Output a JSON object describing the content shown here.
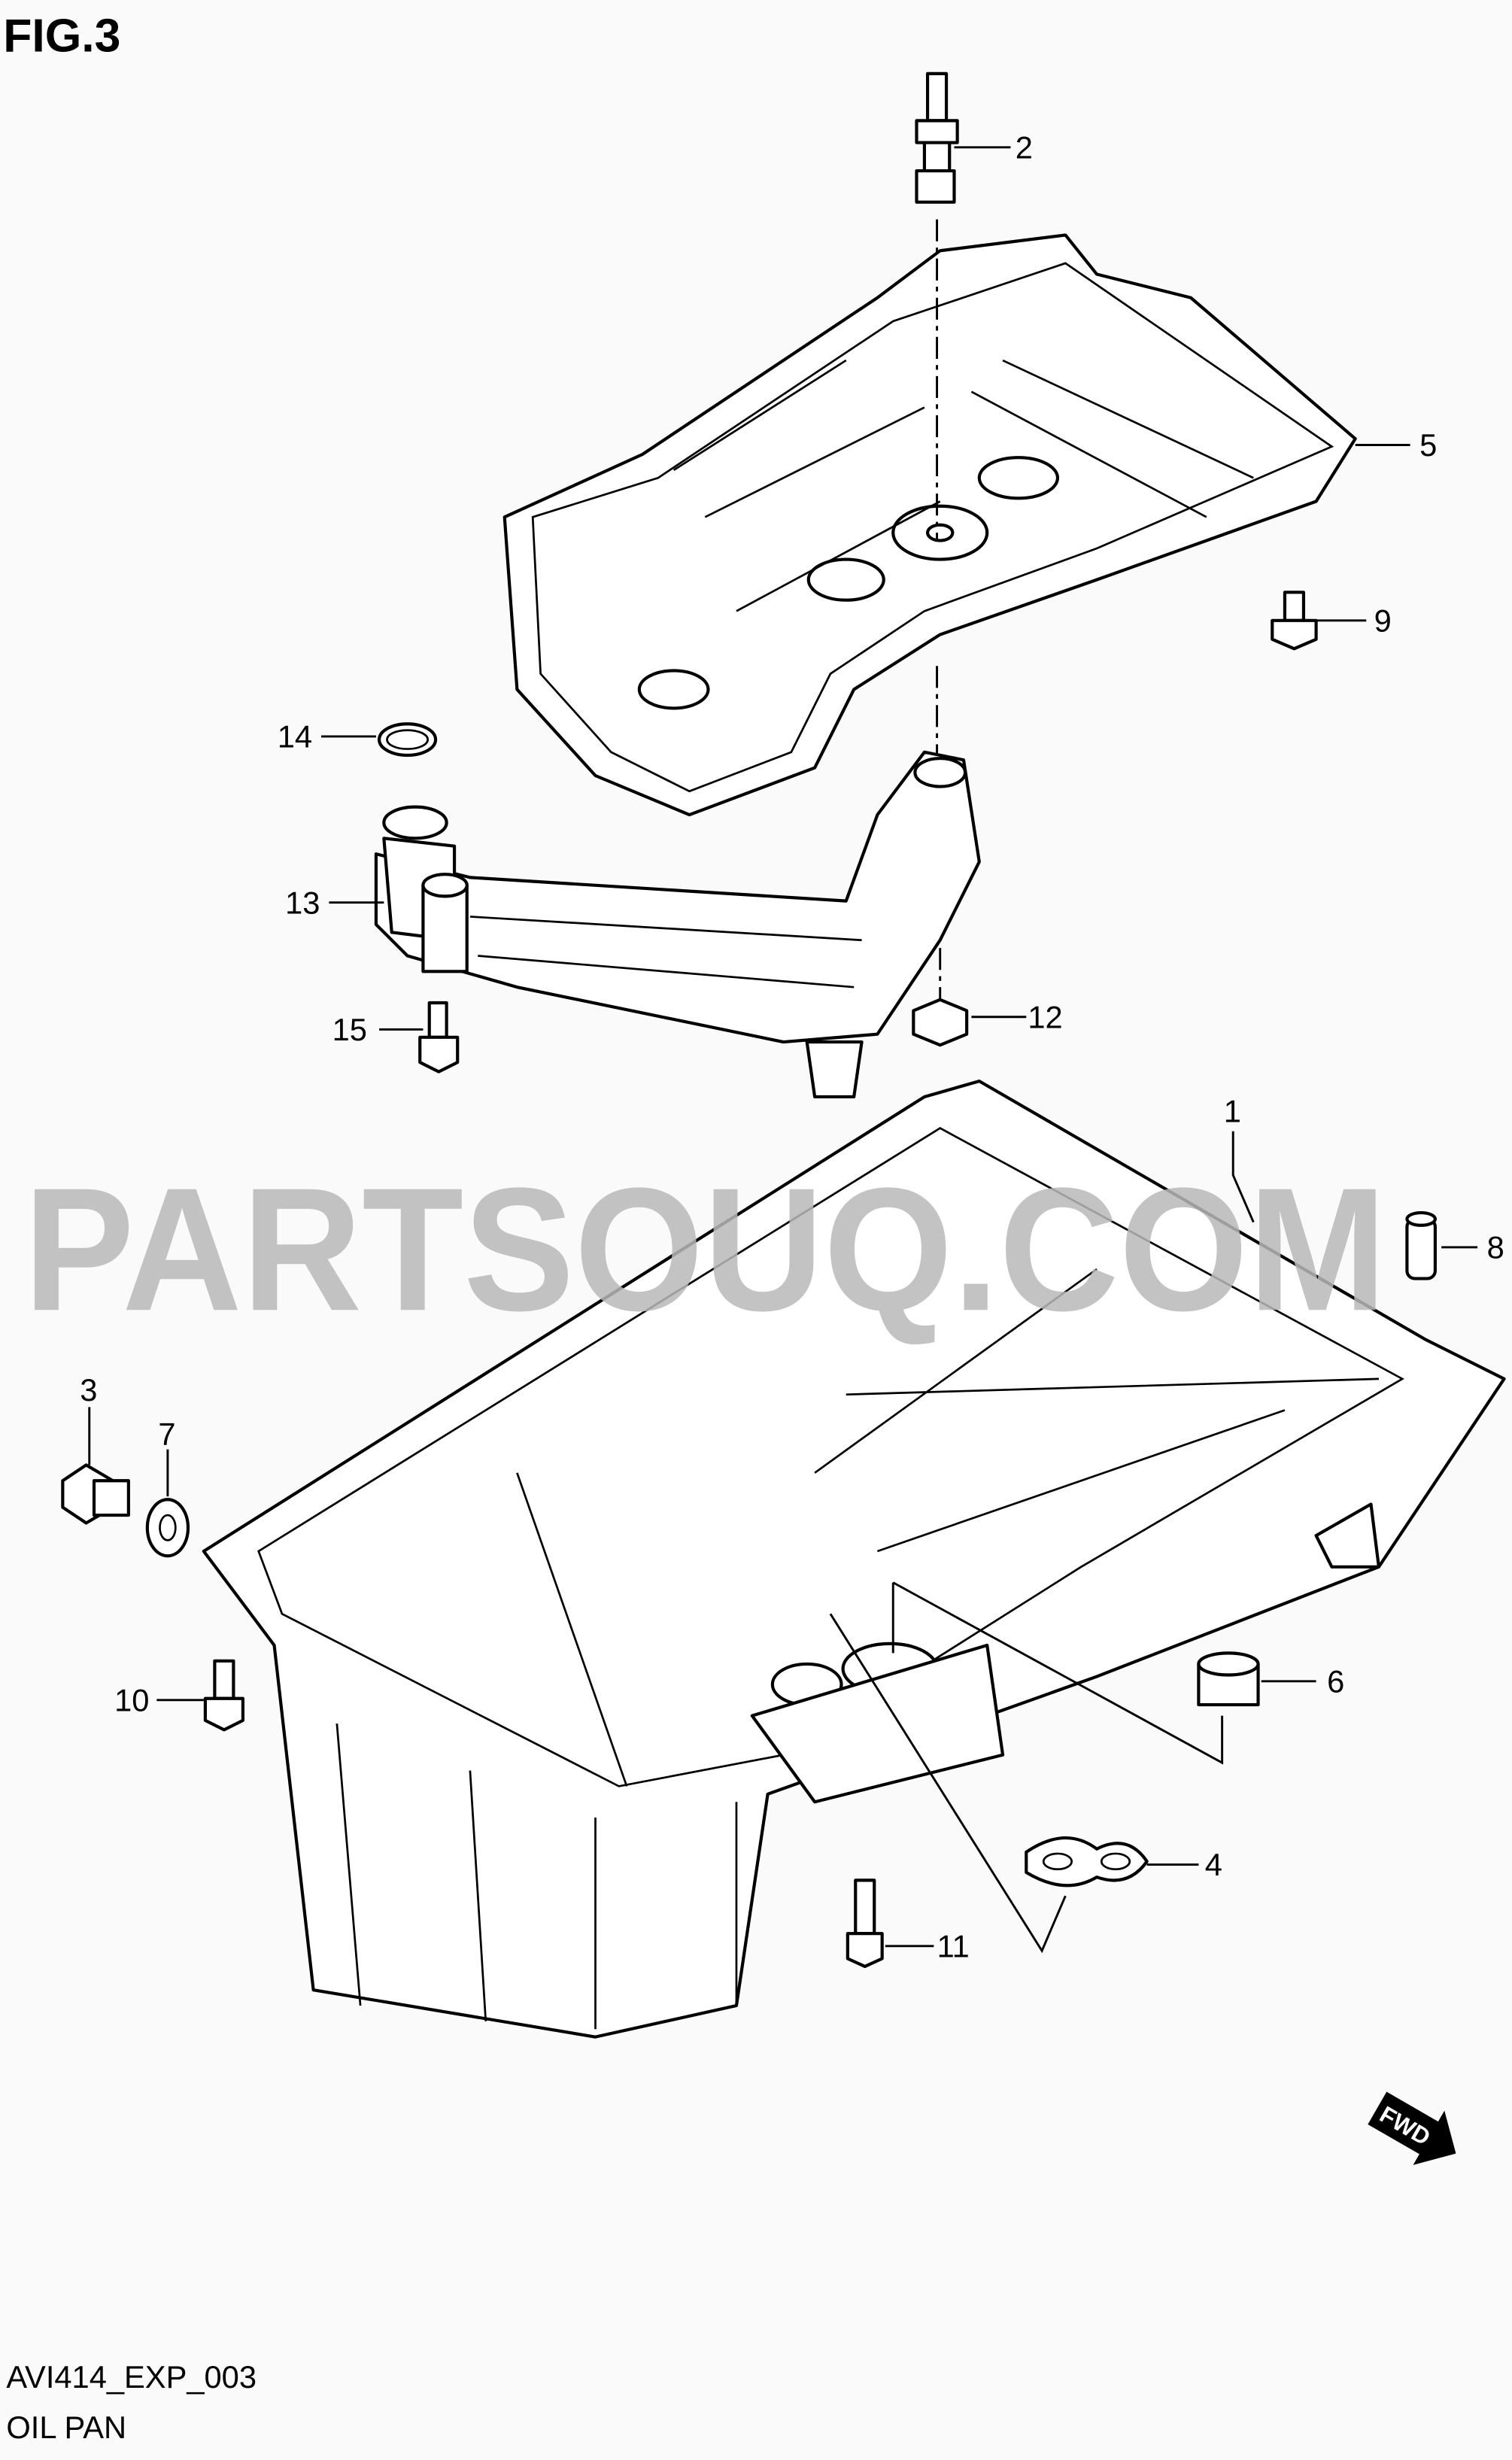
{
  "figure": {
    "title": "FIG.3",
    "drawing_code": "AVI414_EXP_003",
    "caption": "OIL PAN",
    "watermark": "PARTSOUQ.COM",
    "direction_badge": "FWD"
  },
  "callouts": [
    {
      "number": "1"
    },
    {
      "number": "2"
    },
    {
      "number": "3"
    },
    {
      "number": "4"
    },
    {
      "number": "5"
    },
    {
      "number": "6"
    },
    {
      "number": "7"
    },
    {
      "number": "8"
    },
    {
      "number": "9"
    },
    {
      "number": "10"
    },
    {
      "number": "11"
    },
    {
      "number": "12"
    },
    {
      "number": "13"
    },
    {
      "number": "14"
    },
    {
      "number": "15"
    }
  ]
}
